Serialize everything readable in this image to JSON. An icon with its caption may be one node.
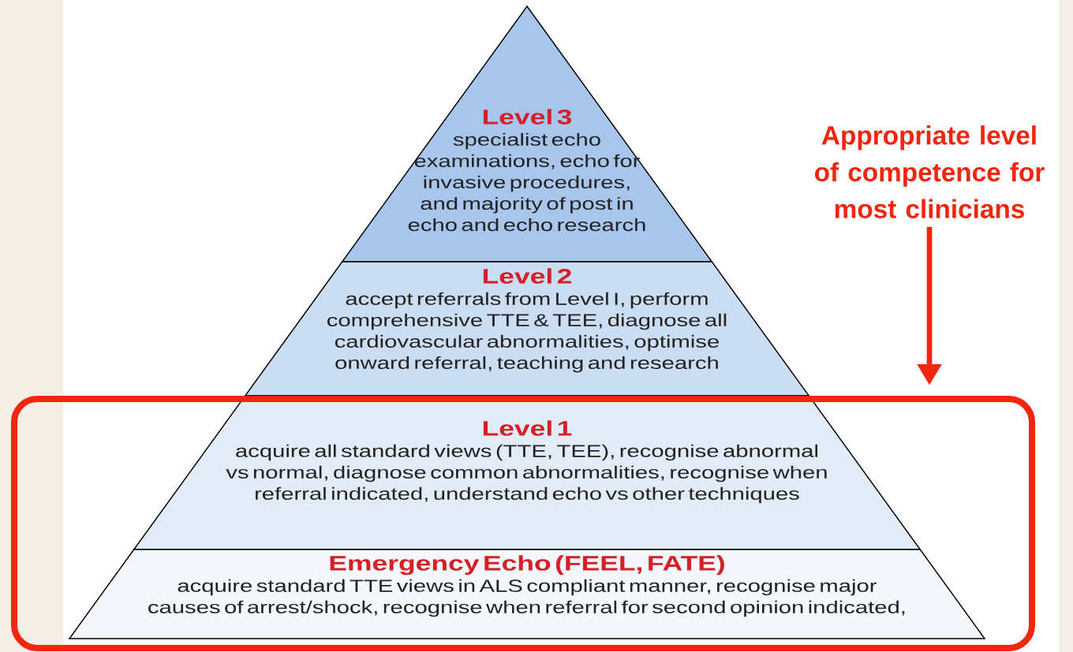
{
  "diagram": {
    "nodes": [
      {
        "text": [
          "Level 3",
          "specialist echo examinations, echo for invasive procedures, and majority of post in echo and echo research"
        ]
      },
      {
        "text": [
          "Level 2",
          "accept referrals from Level I, perform  comprehensive TTE & TEE, diagnose all cardiovascular abnormalities, optimise onward referral, teaching and research"
        ]
      },
      {
        "text": [],
        "shape": "box"
      },
      {
        "text": [
          "Level 1",
          "acquire all standard views (TTE, TEE), recognise abnormal vs normal, diagnose common abnormalities, recognise when referral indicated, understand echo vs other techniques"
        ],
        "in": 2
      },
      {
        "text": [
          "Emergency Echo (FEEL, FATE)",
          "acquire  standard TTE views in ALS compliant manner, recognise major causes of arrest/shock, recognise when referral for second opinion indicated,"
        ],
        "in": 2
      },
      {
        "text": [
          "Appropriate level of competence for most clinicians"
        ]
      }
    ],
    "edges": [
      {
        "from": 5,
        "to": 2,
        "arrow": "to"
      }
    ]
  }
}
